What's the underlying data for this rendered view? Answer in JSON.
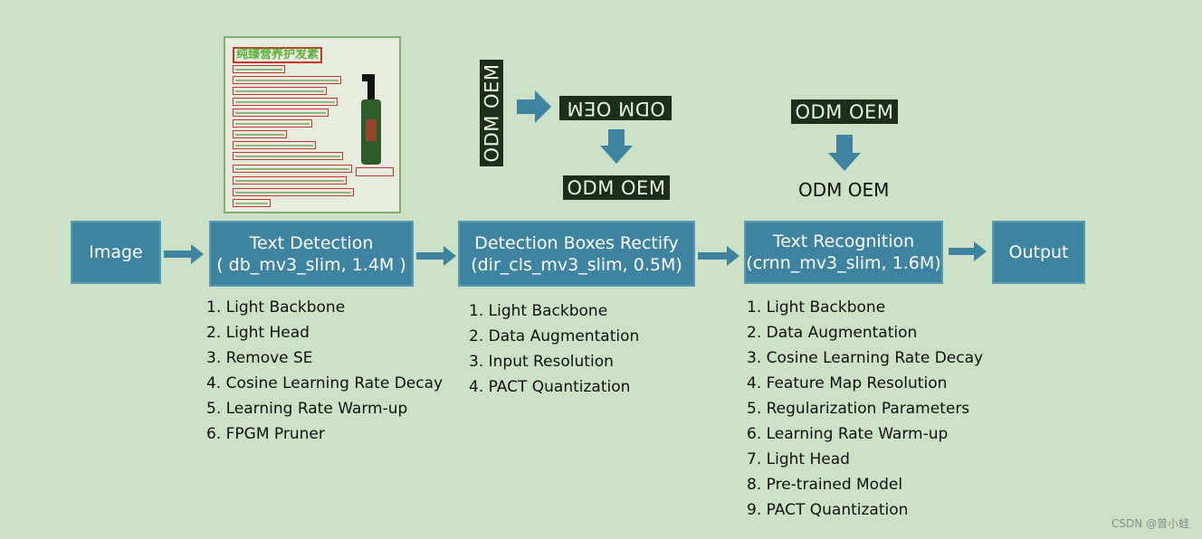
{
  "boxes": {
    "image": {
      "label": "Image"
    },
    "text_detection": {
      "line1": "Text Detection",
      "line2": "( db_mv3_slim, 1.4M )"
    },
    "rectify": {
      "line1": "Detection Boxes Rectify",
      "line2": "(dir_cls_mv3_slim, 0.5M)"
    },
    "recognition": {
      "line1": "Text Recognition",
      "line2": "(crnn_mv3_slim, 1.6M)"
    },
    "output": {
      "label": "Output"
    }
  },
  "lists": {
    "detection": [
      "1. Light Backbone",
      "2. Light Head",
      "3. Remove SE",
      "4. Cosine Learning Rate Decay",
      "5. Learning Rate Warm-up",
      "6. FPGM Pruner"
    ],
    "rectify": [
      "1. Light Backbone",
      "2. Data Augmentation",
      "3. Input Resolution",
      "4. PACT Quantization"
    ],
    "recognition": [
      "1. Light Backbone",
      "2. Data Augmentation",
      "3. Cosine Learning Rate Decay",
      "4. Feature Map Resolution",
      "5. Regularization Parameters",
      "6. Learning Rate Warm-up",
      "7. Light Head",
      "8. Pre-trained Model",
      "9. PACT Quantization"
    ]
  },
  "samples": {
    "text": "ODM OEM",
    "recognized": "ODM OEM"
  },
  "thumbnail": {
    "title": "纯臻营养护发素"
  },
  "colors": {
    "box_fill": "#3e84a0",
    "arrow": "#3e84a0",
    "background": "#cde1c6"
  },
  "watermark": "CSDN @曾小蛙"
}
